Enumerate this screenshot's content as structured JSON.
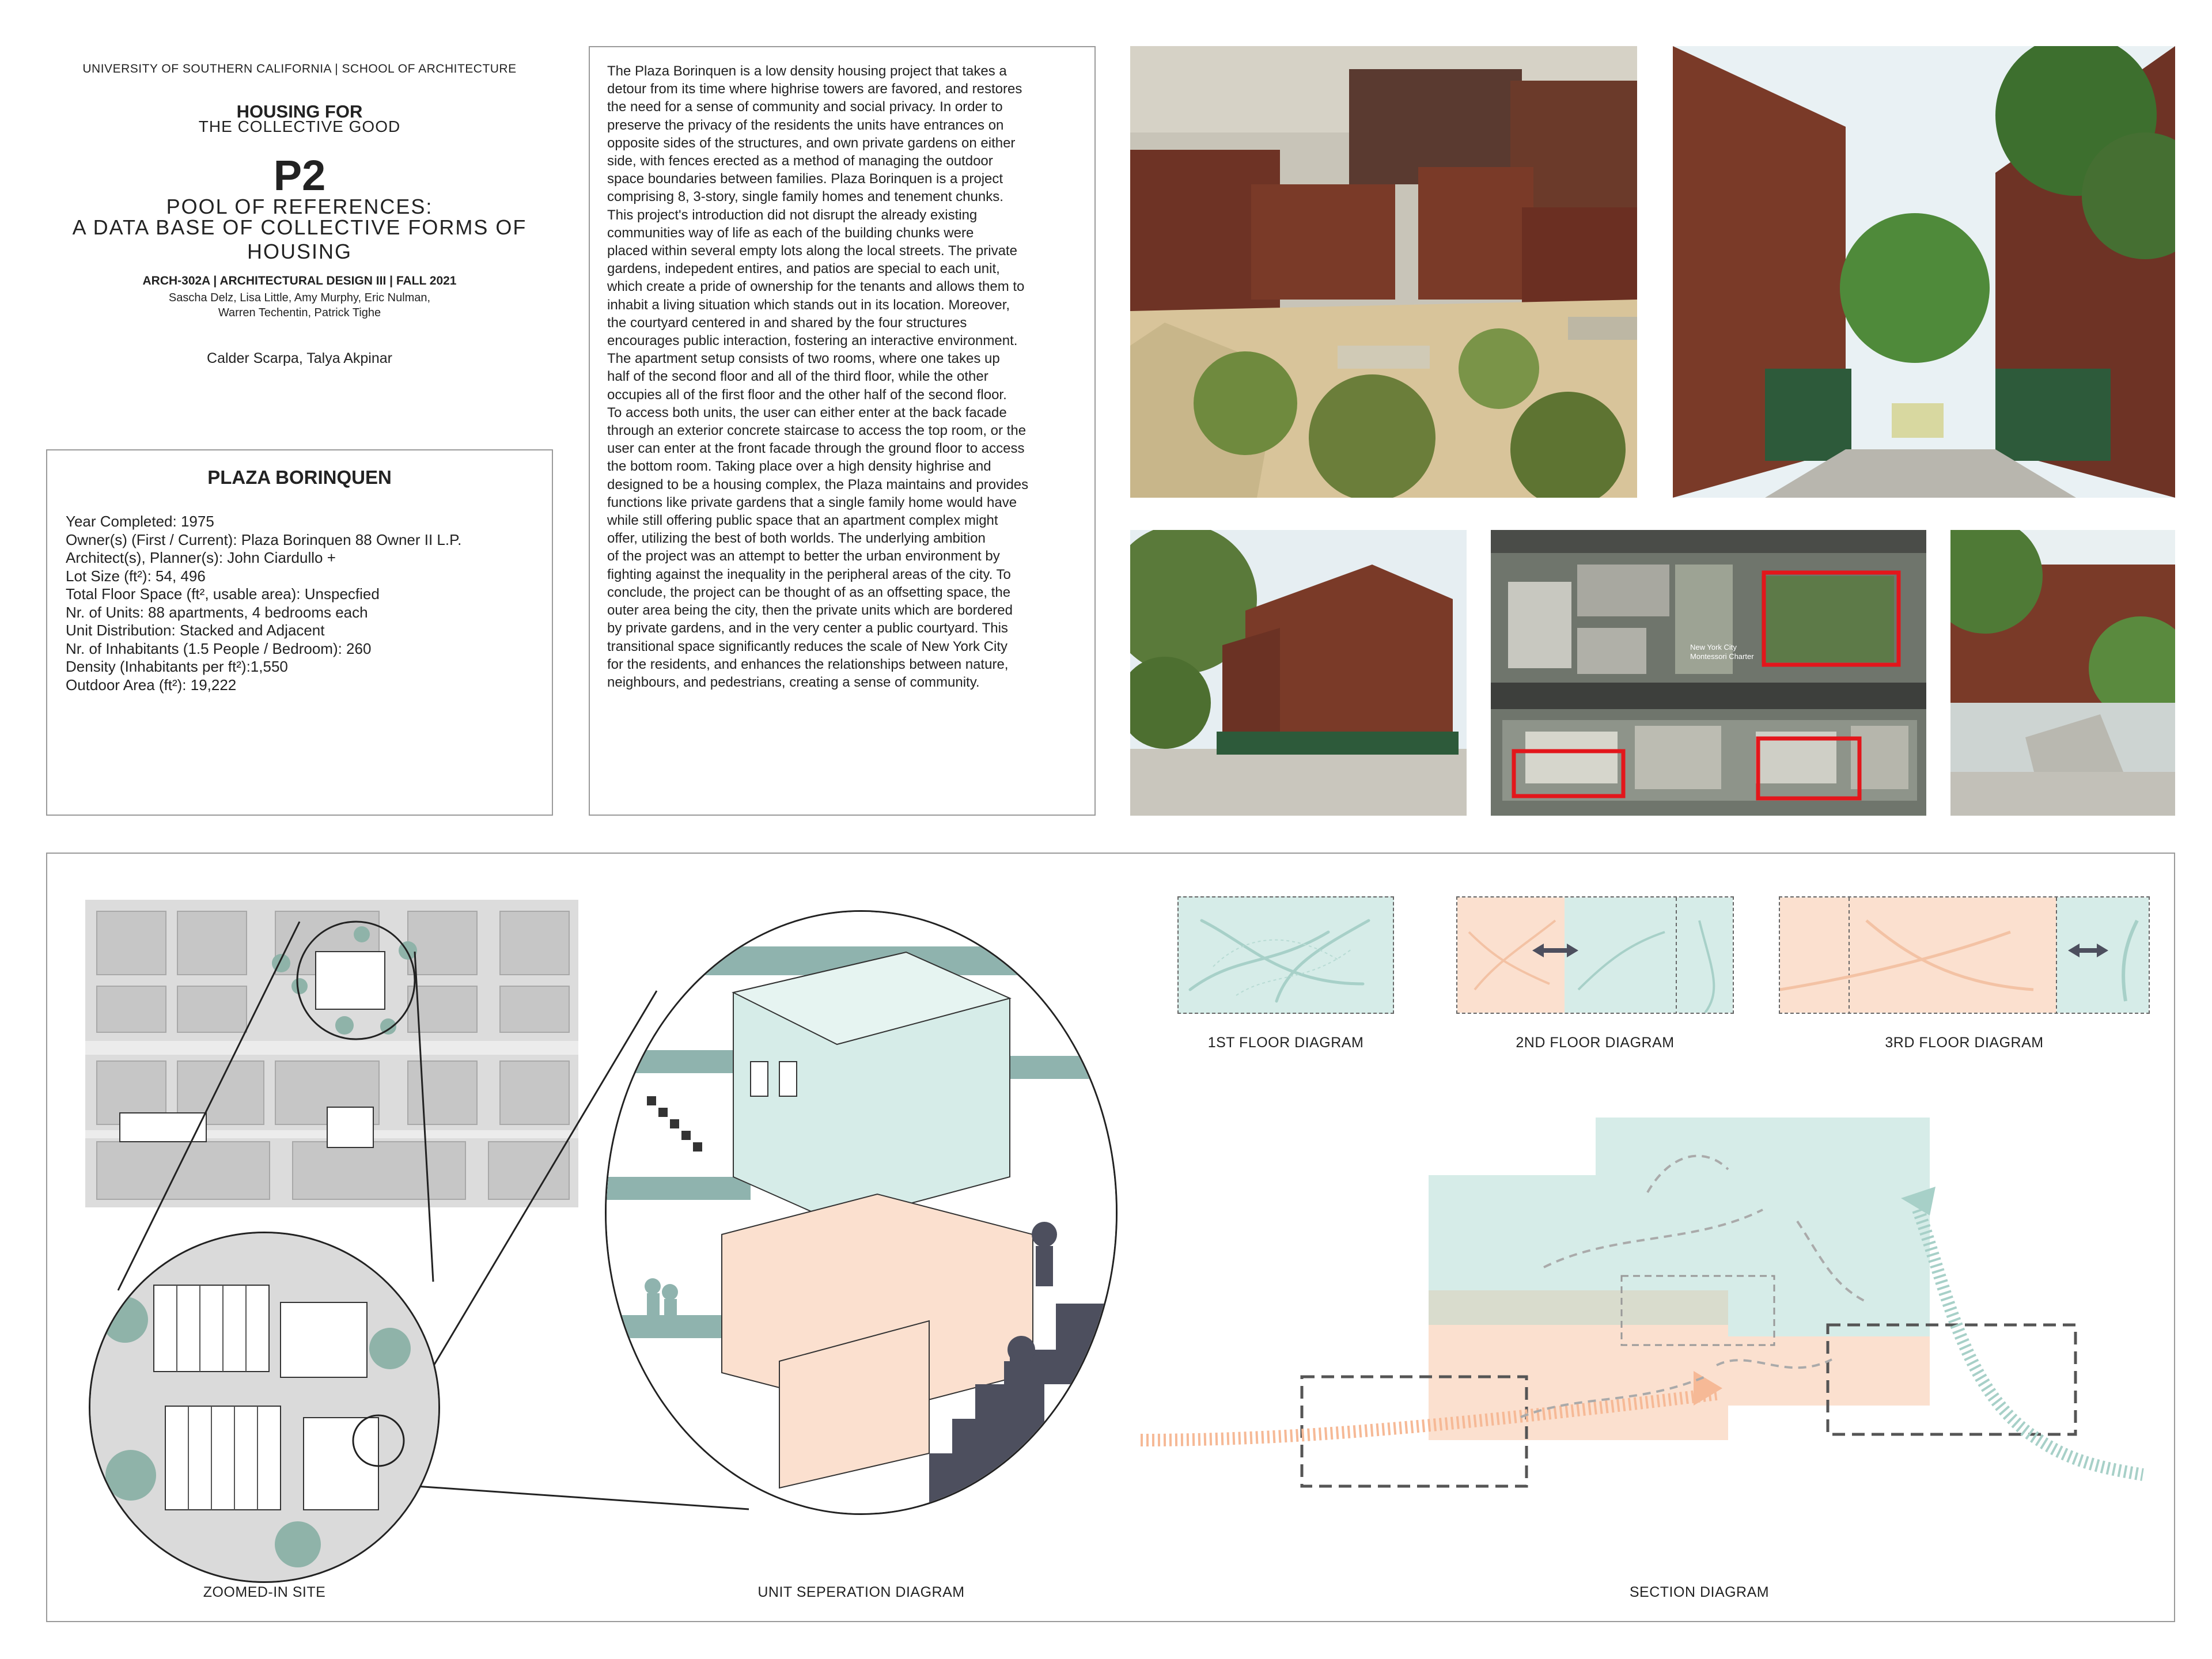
{
  "header": {
    "school": "UNIVERSITY OF SOUTHERN CALIFORNIA | SCHOOL OF ARCHITECTURE",
    "course_title_1": "HOUSING FOR",
    "course_title_2": "THE COLLECTIVE GOOD",
    "project_code": "P2",
    "project_title_1": "POOL OF REFERENCES:",
    "project_title_2": "A DATA BASE OF COLLECTIVE FORMS OF HOUSING",
    "course_info": "ARCH-302A | ARCHITECTURAL DESIGN III | FALL 2021",
    "instructors_1": "Sascha Delz, Lisa Little, Amy Murphy, Eric Nulman,",
    "instructors_2": "Warren Techentin, Patrick Tighe",
    "students": "Calder Scarpa, Talya Akpinar"
  },
  "project_card": {
    "name": "PLAZA BORINQUEN",
    "facts": [
      "Year Completed: 1975",
      "Owner(s) (First / Current): Plaza Borinquen 88 Owner II L.P.",
      "Architect(s), Planner(s): John Ciardullo +",
      "Lot Size (ft²): 54, 496",
      "Total Floor Space (ft², usable area): Unspecfied",
      "Nr. of Units: 88 apartments, 4 bedrooms each",
      "Unit Distribution: Stacked and Adjacent",
      "Nr. of Inhabitants (1.5 People / Bedroom): 260",
      "Density (Inhabitants per ft²):1,550",
      "Outdoor Area (ft²): 19,222"
    ]
  },
  "description": {
    "lines": [
      "The Plaza Borinquen is a low density housing project that takes a",
      "detour from its time where highrise towers are favored, and restores",
      "the need for a sense of community and social privacy. In order to",
      "preserve the privacy of the residents the units have entrances on",
      "opposite sides of the structures, and own private gardens on either",
      "side, with fences erected as a method of managing the outdoor",
      "space boundaries between families. Plaza Borinquen is a project",
      "comprising 8, 3-story, single family homes and tenement chunks.",
      "This project's introduction did not disrupt the already existing",
      "communities way of life as each of the building chunks were",
      "placed within several empty lots along the local streets. The private",
      "gardens, indepedent entires, and patios are special to each unit,",
      "which create a pride of ownership for the tenants and allows them to",
      "inhabit a living situation which stands out in its location. Moreover,",
      "the courtyard centered in and shared by the four structures",
      "encourages public interaction, fostering an interactive environment.",
      "The apartment setup consists of two rooms, where one takes up",
      "half of the second floor and all of the third floor, while the other",
      "occupies all of the first floor and the other half of the second floor.",
      "To access both units, the user can either enter at the back facade",
      "through an exterior concrete staircase to access the top room, or the",
      "user can enter at the front facade through the ground floor to access",
      "the bottom room. Taking place over a high density highrise and",
      "designed to be a housing complex, the Plaza maintains and provides",
      "functions like private gardens that a single family home would have",
      "while still offering public space that an apartment complex might",
      "offer, utilizing the best of both worlds. The underlying ambition",
      "of the project was an attempt to better the urban environment by",
      "fighting against the inequality in the peripheral areas of the city. To",
      "conclude, the project can be thought of as an offsetting space, the",
      "outer area being the city, then the private units which are bordered",
      "by private gardens, and in the very center a public courtyard. This",
      "transitional space significantly reduces the scale of New York City",
      "for the residents, and enhances the relationships between nature,",
      "neighbours, and pedestrians, creating a sense of community."
    ]
  },
  "aerial_map": {
    "label_1": "New York City",
    "label_2": "Montessori Charter"
  },
  "diagrams": {
    "floor_1": "1ST FLOOR DIAGRAM",
    "floor_2": "2ND FLOOR DIAGRAM",
    "floor_3": "3RD FLOOR DIAGRAM",
    "zoomed_site": "ZOOMED-IN SITE",
    "unit_separation": "UNIT SEPERATION DIAGRAM",
    "section": "SECTION DIAGRAM"
  },
  "colors": {
    "teal": "#d6ece8",
    "teal_dark": "#7aa9a2",
    "peach": "#fbe0cf",
    "peach_dark": "#f2b08e",
    "brick": "#7a3a28",
    "frame": "#9a9a9a"
  }
}
